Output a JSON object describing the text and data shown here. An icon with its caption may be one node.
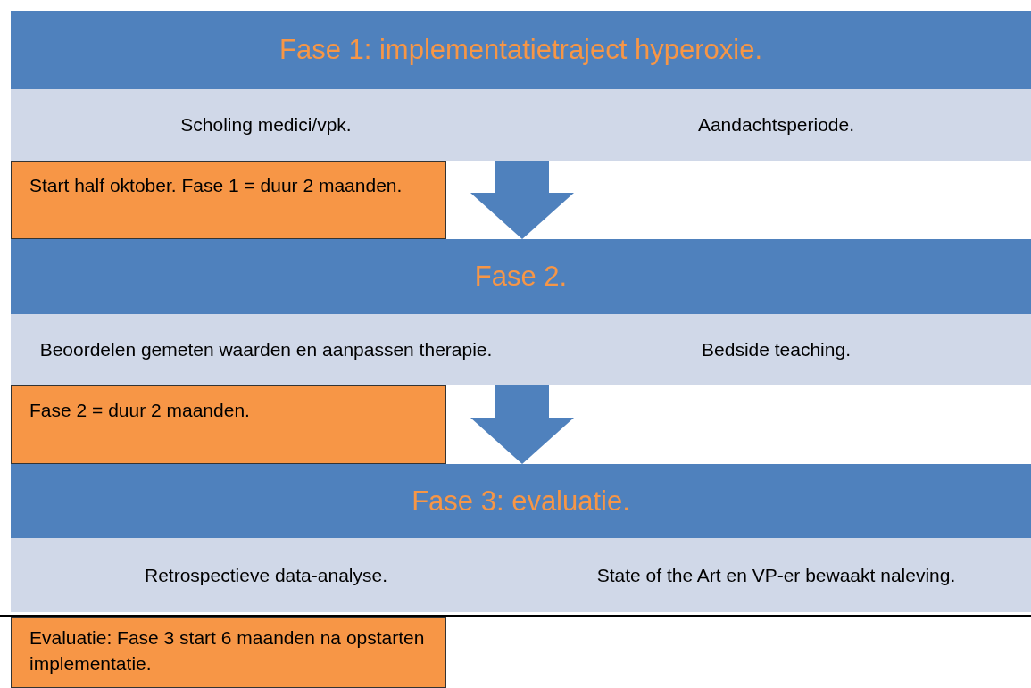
{
  "diagram": {
    "nodes": [
      {
        "text": [
          "Fase 1: implementatietraject hyperoxie."
        ]
      },
      {
        "text": [
          "Scholing medici/vpk."
        ],
        "in": 0
      },
      {
        "text": [
          "Aandachtsperiode."
        ],
        "in": 0
      },
      {
        "text": [
          "Start half oktober. Fase 1 = duur 2 maanden."
        ]
      },
      {
        "text": [
          "Fase 2."
        ]
      },
      {
        "text": [
          "Beoordelen gemeten waarden en aanpassen therapie."
        ],
        "in": 4
      },
      {
        "text": [
          "Bedside teaching."
        ],
        "in": 4
      },
      {
        "text": [
          "Fase 2 = duur 2 maanden."
        ]
      },
      {
        "text": [
          "Fase 3: evaluatie."
        ]
      },
      {
        "text": [
          "Retrospectieve data-analyse."
        ],
        "in": 8
      },
      {
        "text": [
          "State of the Art en VP-er bewaakt naleving."
        ],
        "in": 8
      },
      {
        "text": [
          "Evaluatie: Fase 3 start 6 maanden na opstarten implementatie."
        ]
      }
    ],
    "edges": [
      {
        "from": 0,
        "to": 4,
        "arrow": "to"
      },
      {
        "from": 4,
        "to": 8,
        "arrow": "to"
      }
    ]
  }
}
